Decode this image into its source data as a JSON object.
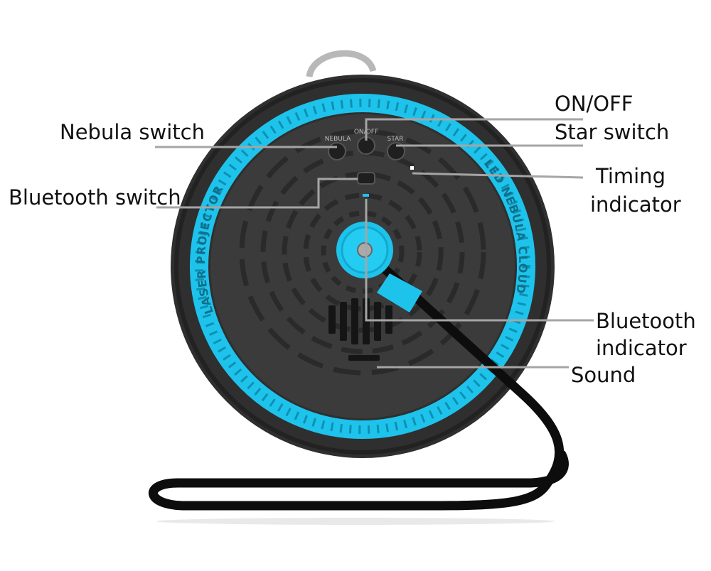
{
  "colors": {
    "accent": "#1ec3ec",
    "body": "#2e2e2e",
    "face": "#3a3a3a",
    "stand": "#0d0d0d",
    "leader": "#9a9a9a"
  },
  "device": {
    "rim_text_left": "LASER PROJECTOR",
    "rim_text_right": "LED NEBULA CLOUD",
    "btn_nebula": "NEBULA",
    "btn_onoff": "ON/OFF",
    "btn_star": "STAR"
  },
  "labels": {
    "nebula_switch": "Nebula switch",
    "onoff": "ON/OFF",
    "star_switch": "Star switch",
    "timing_1": "Timing",
    "timing_2": "indicator",
    "bluetooth_switch": "Bluetooth switch",
    "bt_indicator_1": "Bluetooth",
    "bt_indicator_2": "indicator",
    "sound": "Sound"
  }
}
